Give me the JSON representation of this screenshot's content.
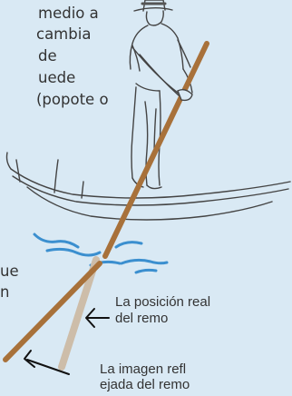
{
  "body_text_lines": [
    "medio a",
    "cambia",
    "de",
    "uede",
    "(popote o",
    "ue",
    "n"
  ],
  "labels": {
    "real_oar_line1": "La posición real",
    "real_oar_line2": "del remo",
    "reflection_line1": "La imagen refl",
    "reflection_line2": "ejada del remo"
  },
  "colors": {
    "background": "#d9e9f4",
    "oar": "#a8713a",
    "reflection": "#cdbda9",
    "water": "#3b8fcf",
    "sketch": "#444444",
    "arrow": "#111111"
  }
}
